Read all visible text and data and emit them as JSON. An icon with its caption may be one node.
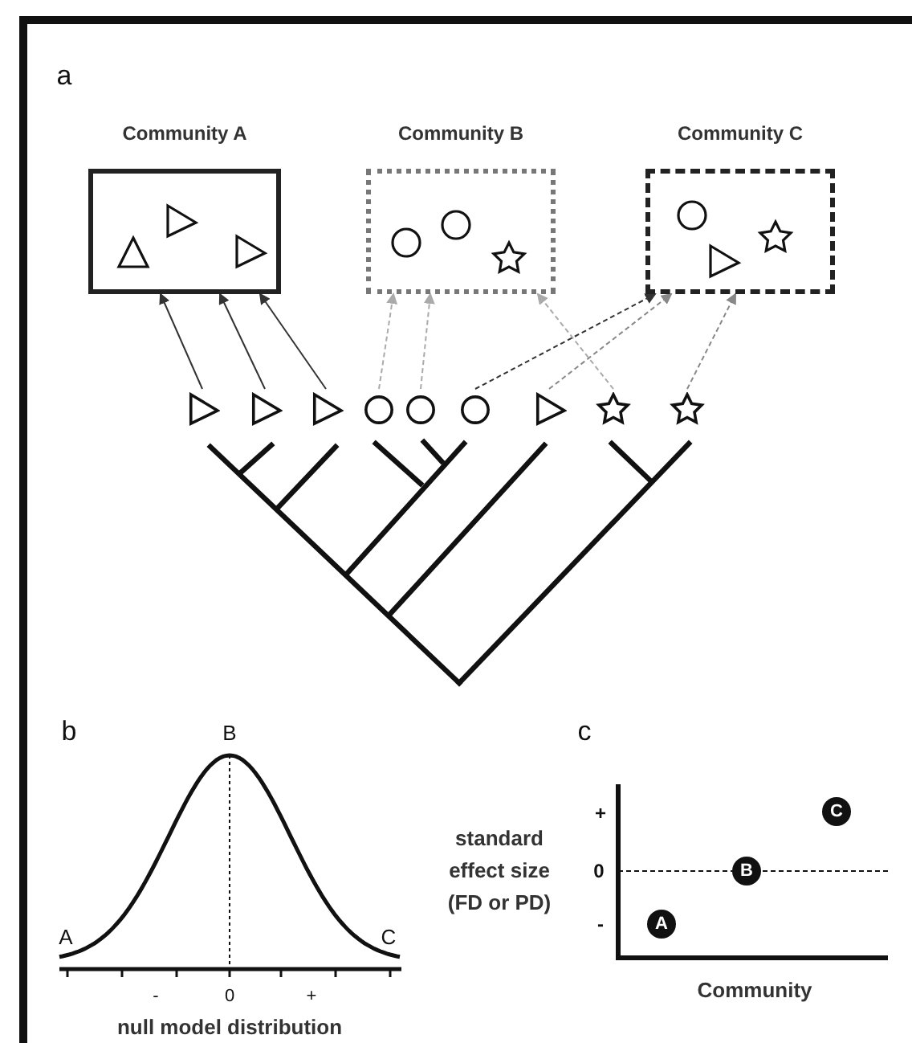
{
  "diagram": {
    "nodes": [
      {
        "text": [
          "Community A"
        ]
      },
      {
        "text": [
          "Community B"
        ]
      },
      {
        "text": [
          "Community C"
        ]
      },
      {
        "text": [],
        "shape": "triangle"
      },
      {
        "text": [],
        "shape": "triangle"
      },
      {
        "text": [],
        "shape": "triangle"
      },
      {
        "text": [],
        "shape": "circle"
      },
      {
        "text": [],
        "shape": "circle"
      },
      {
        "text": [],
        "shape": "circle"
      },
      {
        "text": [],
        "shape": "triangle"
      },
      {
        "text": [],
        "shape": "star"
      },
      {
        "text": [],
        "shape": "star"
      }
    ],
    "edges": [
      {
        "from": 3,
        "to": 0,
        "arrow": "to"
      },
      {
        "from": 4,
        "to": 0,
        "arrow": "to"
      },
      {
        "from": 5,
        "to": 0,
        "arrow": "to"
      },
      {
        "from": 6,
        "to": 1,
        "arrow": "to",
        "style": "dashed",
        "color": "#aaaaaa"
      },
      {
        "from": 7,
        "to": 1,
        "arrow": "to",
        "style": "dashed",
        "color": "#aaaaaa"
      },
      {
        "from": 10,
        "to": 1,
        "arrow": "to",
        "style": "dashed",
        "color": "#aaaaaa"
      },
      {
        "from": 8,
        "to": 2,
        "arrow": "to",
        "style": "dashed"
      },
      {
        "from": 9,
        "to": 2,
        "arrow": "to",
        "style": "dashed",
        "color": "#888888"
      },
      {
        "from": 11,
        "to": 2,
        "arrow": "to",
        "style": "dashed",
        "color": "#888888"
      }
    ],
    "labels": [
      "a",
      "b",
      "B",
      "A",
      "C",
      "-",
      "0",
      "+",
      "null model distribution",
      "c",
      "+",
      "0",
      "-",
      "standard effect size (FD or PD)",
      "C",
      "B",
      "A",
      "Community"
    ]
  }
}
